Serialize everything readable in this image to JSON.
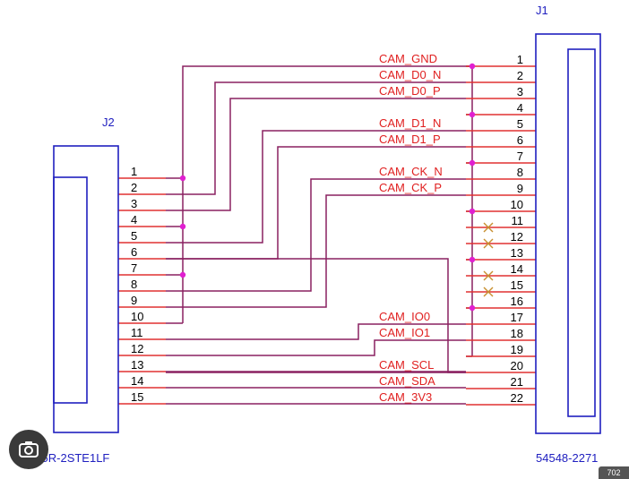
{
  "colors": {
    "wire": "#8a2060",
    "pin_line": "#e03030",
    "junction": "#e020d0",
    "net_label": "#e02020",
    "connector": "#2020c0",
    "text": "#000000",
    "no_connect": "#c89030"
  },
  "j1": {
    "ref": "J1",
    "part": "54548-2271",
    "pins": [
      "1",
      "2",
      "3",
      "4",
      "5",
      "6",
      "7",
      "8",
      "9",
      "10",
      "11",
      "12",
      "13",
      "14",
      "15",
      "16",
      "17",
      "18",
      "19",
      "20",
      "21",
      "22"
    ]
  },
  "j2": {
    "ref": "J2",
    "part": "SFV15R-2STE1LF",
    "pins": [
      "1",
      "2",
      "3",
      "4",
      "5",
      "6",
      "7",
      "8",
      "9",
      "10",
      "11",
      "12",
      "13",
      "14",
      "15"
    ]
  },
  "nets": [
    "CAM_GND",
    "CAM_D0_N",
    "CAM_D0_P",
    "CAM_D1_N",
    "CAM_D1_P",
    "CAM_CK_N",
    "CAM_CK_P",
    "CAM_IO0",
    "CAM_IO1",
    "CAM_SCL",
    "CAM_SDA",
    "CAM_3V3"
  ],
  "overlay": {
    "lens_icon": "google-lens-icon",
    "size_tag": "702"
  }
}
